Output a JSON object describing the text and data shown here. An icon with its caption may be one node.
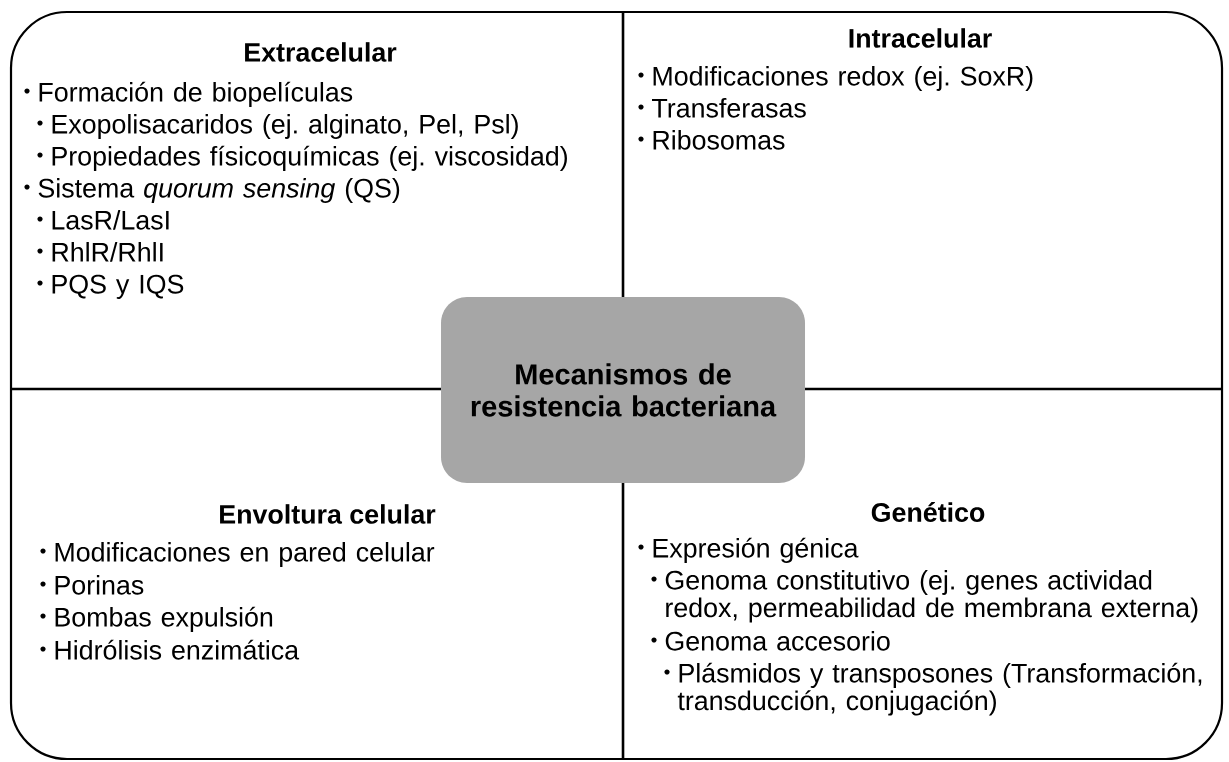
{
  "diagram": {
    "nodes": [
      {
        "text": [],
        "shape": "box"
      },
      {
        "text": [
          "Extracelular",
          "Formación de biopelículas",
          "Exopolisacaridos (ej. alginato, Pel, Psl)",
          "Propiedades físicoquímicas (ej. viscosidad)",
          "Sistema *quorum sensing* (QS)",
          "LasR/LasI",
          "RhlR/RhlI",
          "PQS y IQS"
        ],
        "in": 0
      },
      {
        "text": [
          "Intracelular",
          "Modificaciones redox (ej. SoxR)",
          "Transferasas",
          "Ribosomas"
        ],
        "in": 0
      },
      {
        "text": [
          "Mecanismos de resistencia bacteriana"
        ],
        "in": 0
      },
      {
        "text": [
          "Envoltura celular",
          "Modificaciones en pared celular",
          "Porinas",
          "Bombas expulsión",
          "Hidrólisis enzimática"
        ],
        "in": 0
      },
      {
        "text": [
          "Genético",
          "Expresión génica",
          "Genoma constitutivo (ej. genes actividad redox, permeabilidad de membrana externa)",
          "Genoma accesorio",
          "Plásmidos y transposones (Transformación, transducción, conjugación)"
        ],
        "in": 0
      }
    ],
    "edges": []
  }
}
